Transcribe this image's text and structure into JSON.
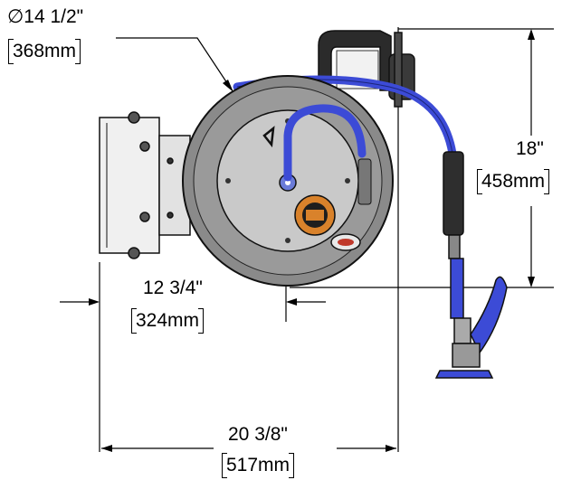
{
  "dimensions": {
    "diameter": {
      "symbol": "∅",
      "imperial": "14 1/2\"",
      "metric": "368mm"
    },
    "height": {
      "imperial": "18\"",
      "metric": "458mm"
    },
    "depth": {
      "imperial": "12 3/4\"",
      "metric": "324mm"
    },
    "width": {
      "imperial": "20 3/8\"",
      "metric": "517mm"
    }
  },
  "colors": {
    "hose": "#3c4bd6",
    "reel_housing": "#8a8a8a",
    "reel_face": "#c9c9c9",
    "bracket": "#e8e8e8",
    "accent_orange": "#d9822b",
    "outline": "#111111"
  }
}
